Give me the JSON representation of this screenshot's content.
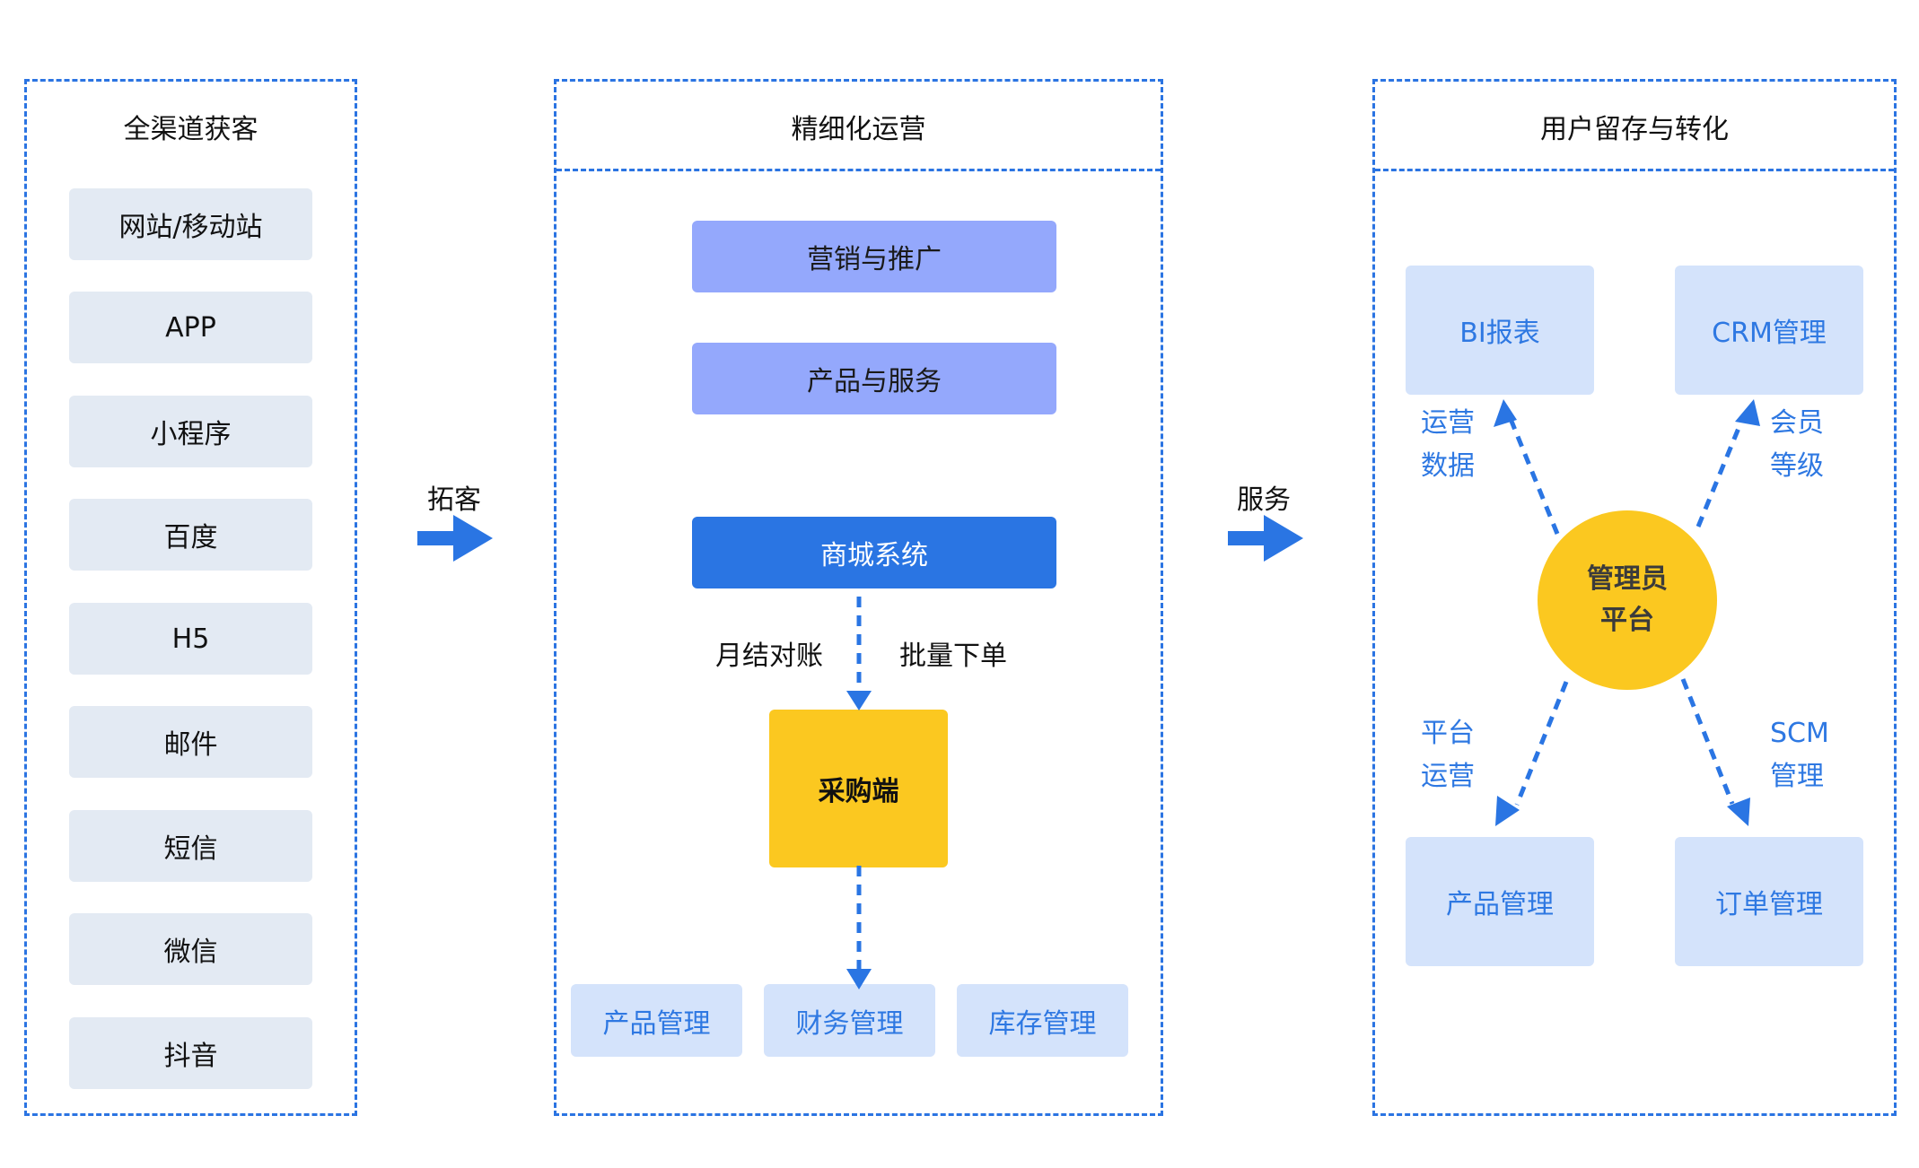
{
  "colors": {
    "accent_blue": "#2b74e2",
    "channel_bg": "#e3eaf3",
    "module_bg": "#d4e3fb",
    "ops_bg": "#94a8fc",
    "mall_bg": "#2a75e3",
    "hub_yellow": "#fbc820"
  },
  "acquisition": {
    "title": "全渠道获客",
    "channels": [
      "网站/移动站",
      "APP",
      "小程序",
      "百度",
      "H5",
      "邮件",
      "短信",
      "微信",
      "抖音"
    ]
  },
  "arrow_left": {
    "label": "拓客",
    "icon": "right-arrow-icon"
  },
  "operations": {
    "title": "精细化运营",
    "marketing": "营销与推广",
    "product_service": "产品与服务",
    "mall_system": "商城系统",
    "flow_label_left": "月结对账",
    "flow_label_right": "批量下单",
    "purchaser": "采购端",
    "modules": [
      "产品管理",
      "财务管理",
      "库存管理"
    ]
  },
  "arrow_right": {
    "label": "服务",
    "icon": "right-arrow-icon"
  },
  "retention": {
    "title": "用户留存与转化",
    "hub": {
      "line1": "管理员",
      "line2": "平台"
    },
    "nodes": {
      "top_left": "BI报表",
      "top_right": "CRM管理",
      "bottom_left": "产品管理",
      "bottom_right": "订单管理"
    },
    "edge_labels": {
      "top_left": [
        "运营",
        "数据"
      ],
      "top_right": [
        "会员",
        "等级"
      ],
      "bottom_left": [
        "平台",
        "运营"
      ],
      "bottom_right": [
        "SCM",
        "管理"
      ]
    }
  }
}
